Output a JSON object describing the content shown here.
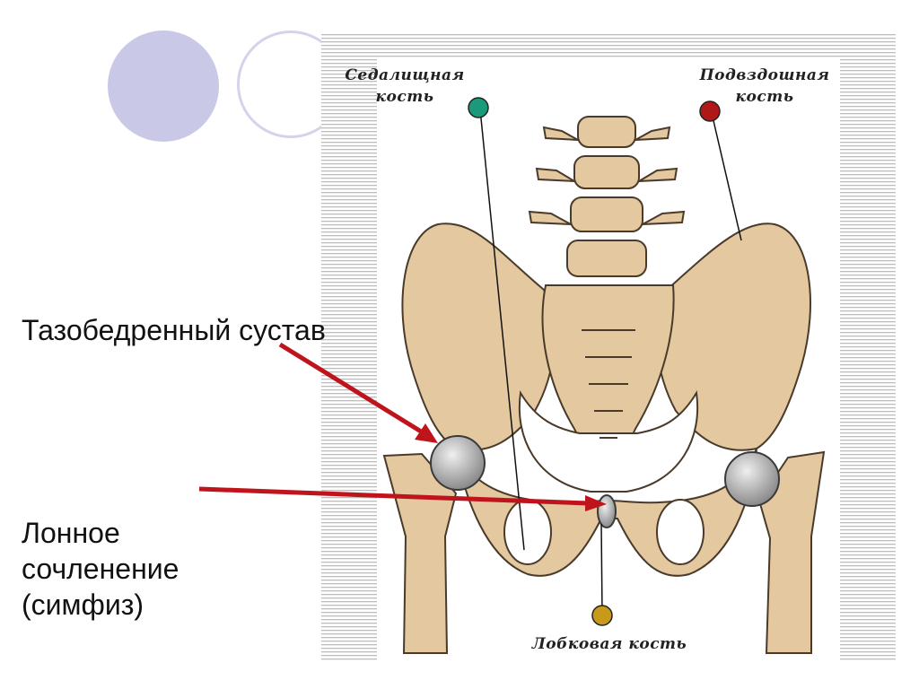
{
  "slide": {
    "label_hip_joint": "Тазобедренный сустав",
    "label_symphysis_line1": "Лонное",
    "label_symphysis_line2": "сочленение",
    "label_symphysis_line3": "(симфиз)",
    "arrow_color": "#c0141c"
  },
  "figure": {
    "ischium_line1": "Седалищная",
    "ischium_line2": "кость",
    "ilium_line1": "Подвздошная",
    "ilium_line2": "кость",
    "pubis": "Лобковая кость",
    "bone_color": "#e3c8a0",
    "outline_color": "#4a3a2a",
    "pin_colors": {
      "ischium": "#1a9a7a",
      "ilium": "#b01818",
      "pubis": "#c89a1a"
    }
  }
}
